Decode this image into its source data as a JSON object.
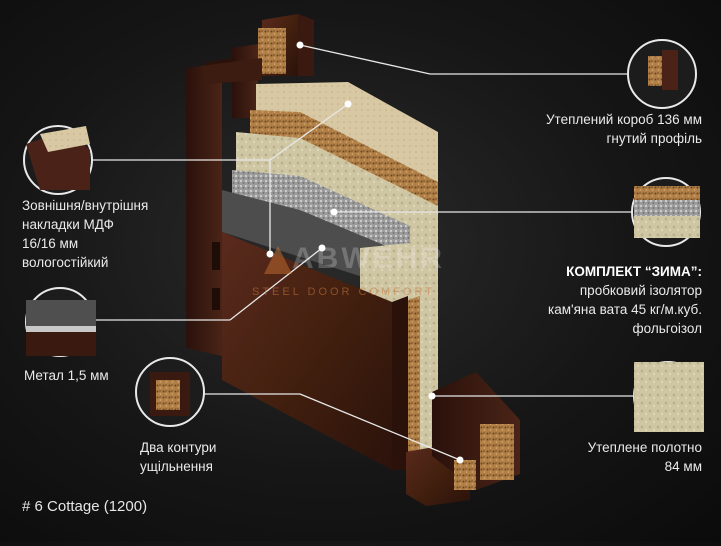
{
  "labels": {
    "box": [
      "Утеплений короб 136 мм",
      "гнутий профіль"
    ],
    "mdf": [
      "Зовнішня/внутрішня",
      "накладки МДФ",
      "16/16 мм",
      "вологостійкий"
    ],
    "metal": "Метал 1,5 мм",
    "seal": [
      "Два контури",
      "ущільнення"
    ],
    "zima_title": "КОМПЛЕКТ “ЗИМА”:",
    "zima": [
      "пробковий ізолятор",
      "кам'яна вата 45 кг/м.куб.",
      "фольгоізол"
    ],
    "leaf": [
      "Утеплене полотно",
      "84 мм"
    ]
  },
  "watermark": {
    "brand": "ABWEHR",
    "tagline": "STEEL DOOR COMFORT"
  },
  "footer": "# 6 Cottage (1200)",
  "colors": {
    "wood": "#4a2218",
    "wood_dark": "#2e130d",
    "cork": "#b7874f",
    "wool": "#cfc7a8",
    "foil": "#b9b9b9",
    "metal": "#5a5a5a",
    "line": "#e8e8e8"
  }
}
